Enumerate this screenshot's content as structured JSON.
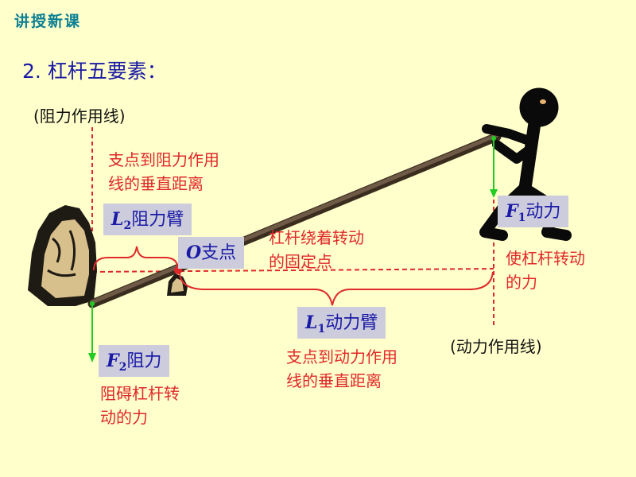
{
  "header": {
    "title": "讲授新课"
  },
  "section": {
    "title": "2. 杠杆五要素："
  },
  "labels": {
    "resistance_line": "(阻力作用线)",
    "effort_line": "(动力作用线)",
    "l2_desc_1": "支点到阻力作用",
    "l2_desc_2": "线的垂直距离",
    "l2_symbol": "L",
    "l2_sub": "2",
    "l2_name": "阻力臂",
    "o_symbol": "O",
    "o_name": "支点",
    "fulcrum_desc_1": "杠杆绕着转动",
    "fulcrum_desc_2": "的固定点",
    "f1_symbol": "F",
    "f1_sub": "1",
    "f1_name": "动力",
    "f1_desc_1": "使杠杆转动",
    "f1_desc_2": "的力",
    "l1_symbol": "L",
    "l1_sub": "1",
    "l1_name": "动力臂",
    "l1_desc_1": "支点到动力作用",
    "l1_desc_2": "线的垂直距离",
    "f2_symbol": "F",
    "f2_sub": "2",
    "f2_name": "阻力",
    "f2_desc_1": "阻碍杠杆转",
    "f2_desc_2": "动的力"
  },
  "colors": {
    "background": "#FFFFCC",
    "header": "#0B7F93",
    "title": "#1A1AA6",
    "red_text": "#E0282A",
    "label_box": "#CCCCDD",
    "force_arrow": "#22CC22",
    "dashed": "#E0282A",
    "lever": "#5A4632"
  }
}
